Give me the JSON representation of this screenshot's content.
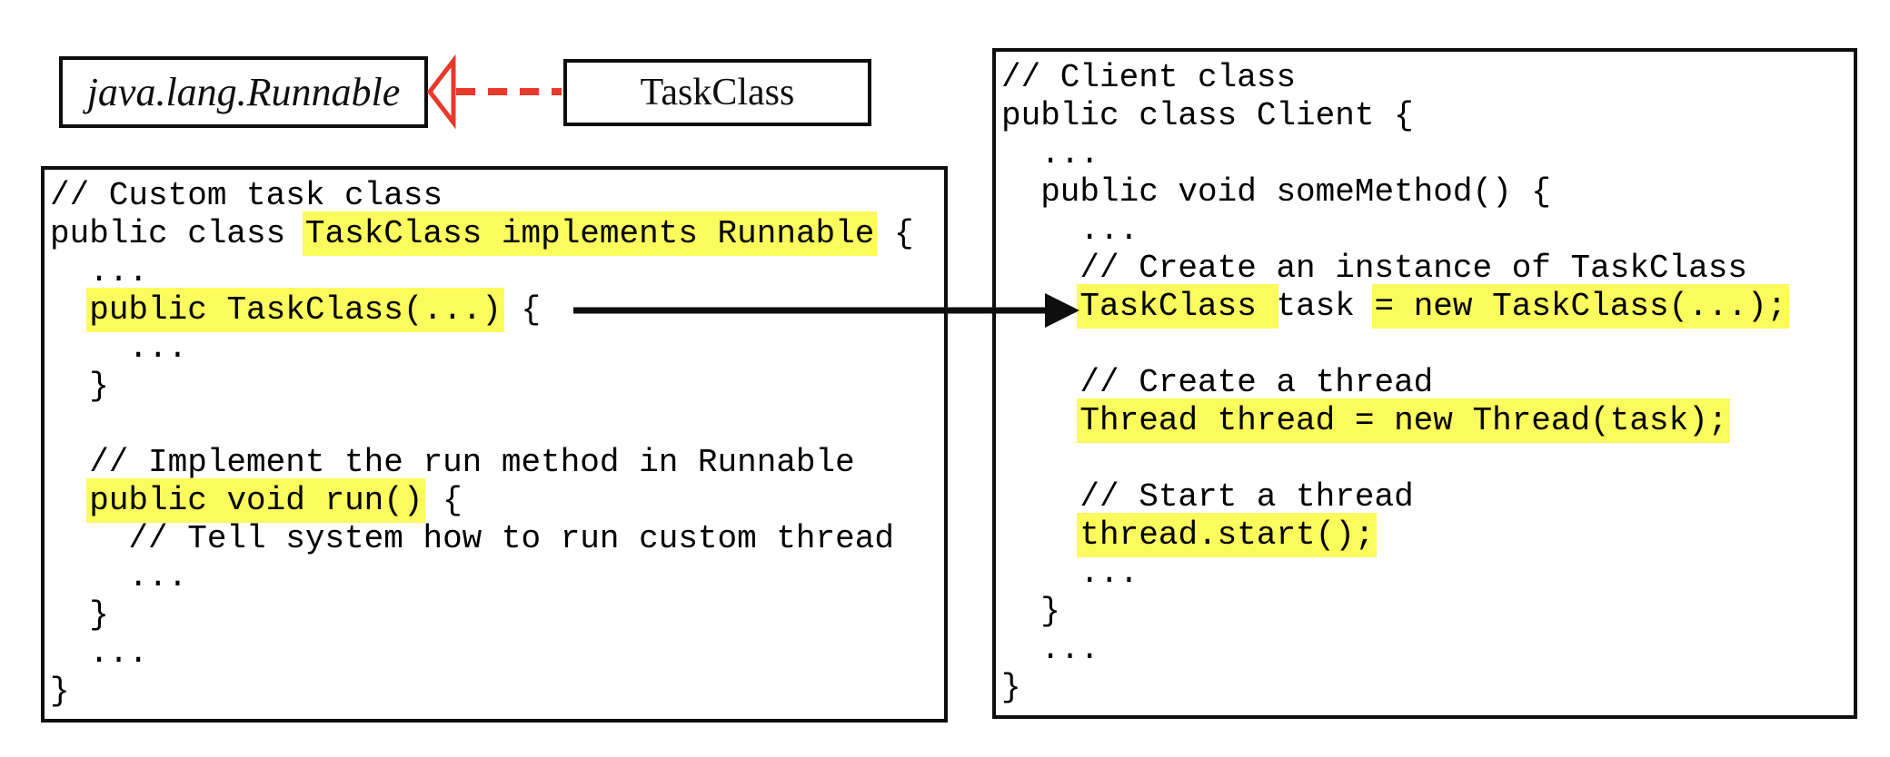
{
  "uml": {
    "interface_label": "java.lang.Runnable",
    "class_label": "TaskClass"
  },
  "colors": {
    "highlight": "#fbfb5d",
    "implements_arrow_red": "#e8392b",
    "line_black": "#0e0e0e"
  },
  "left_code": {
    "lines": [
      [
        {
          "t": "// Custom task class",
          "h": false
        }
      ],
      [
        {
          "t": "public class ",
          "h": false
        },
        {
          "t": "TaskClass implements Runnable",
          "h": true
        },
        {
          "t": " {",
          "h": false
        }
      ],
      [
        {
          "t": "  ...",
          "h": false
        }
      ],
      [
        {
          "t": "  ",
          "h": false
        },
        {
          "t": "public TaskClass(...)",
          "h": true
        },
        {
          "t": " {",
          "h": false
        }
      ],
      [
        {
          "t": "    ...",
          "h": false
        }
      ],
      [
        {
          "t": "  }",
          "h": false
        }
      ],
      [
        {
          "t": "",
          "h": false
        }
      ],
      [
        {
          "t": "  // Implement the run method in Runnable",
          "h": false
        }
      ],
      [
        {
          "t": "  ",
          "h": false
        },
        {
          "t": "public void run()",
          "h": true
        },
        {
          "t": " {",
          "h": false
        }
      ],
      [
        {
          "t": "    // Tell system how to run custom thread",
          "h": false
        }
      ],
      [
        {
          "t": "    ...",
          "h": false
        }
      ],
      [
        {
          "t": "  }",
          "h": false
        }
      ],
      [
        {
          "t": "  ...",
          "h": false
        }
      ],
      [
        {
          "t": "}",
          "h": false
        }
      ]
    ]
  },
  "right_code": {
    "lines": [
      [
        {
          "t": "// Client class",
          "h": false
        }
      ],
      [
        {
          "t": "public class Client {",
          "h": false
        }
      ],
      [
        {
          "t": "  ...",
          "h": false
        }
      ],
      [
        {
          "t": "  public void someMethod() {",
          "h": false
        }
      ],
      [
        {
          "t": "    ...",
          "h": false
        }
      ],
      [
        {
          "t": "    // Create an instance of TaskClass",
          "h": false
        }
      ],
      [
        {
          "t": "    ",
          "h": false
        },
        {
          "t": "TaskClass ",
          "h": true
        },
        {
          "t": "task ",
          "h": false
        },
        {
          "t": "= new TaskClass(...);",
          "h": true
        }
      ],
      [
        {
          "t": "",
          "h": false
        }
      ],
      [
        {
          "t": "    // Create a thread",
          "h": false
        }
      ],
      [
        {
          "t": "    ",
          "h": false
        },
        {
          "t": "Thread thread = new Thread(task);",
          "h": true
        }
      ],
      [
        {
          "t": "",
          "h": false
        }
      ],
      [
        {
          "t": "    // Start a thread",
          "h": false
        }
      ],
      [
        {
          "t": "    ",
          "h": false
        },
        {
          "t": "thread.start();",
          "h": true
        }
      ],
      [
        {
          "t": "    ...",
          "h": false
        }
      ],
      [
        {
          "t": "  }",
          "h": false
        }
      ],
      [
        {
          "t": "  ...",
          "h": false
        }
      ],
      [
        {
          "t": "}",
          "h": false
        }
      ]
    ]
  }
}
